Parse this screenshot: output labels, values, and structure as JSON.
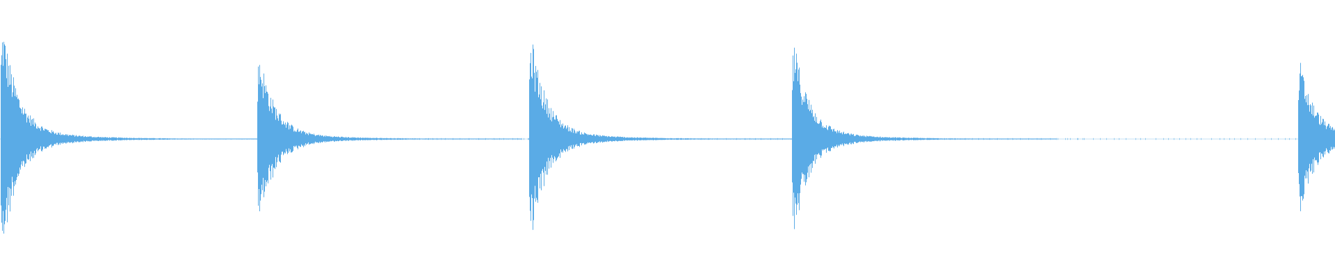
{
  "waveform": {
    "color": "#5aabe6",
    "background": "#ffffff",
    "hits": [
      {
        "time": 0.0,
        "peak": 0.95
      },
      {
        "time": 0.194,
        "peak": 0.72
      },
      {
        "time": 0.4,
        "peak": 0.85
      },
      {
        "time": 0.599,
        "peak": 0.8
      },
      {
        "time": 0.982,
        "peak": 0.63
      }
    ]
  }
}
